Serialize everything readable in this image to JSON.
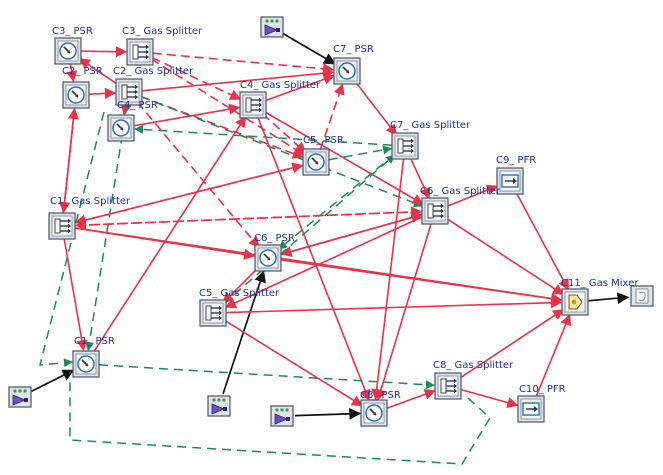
{
  "colors": {
    "red": "#e8334a",
    "green": "#1f8a55",
    "black": "#111111",
    "label": "#1f2f9e"
  },
  "nodes": [
    {
      "id": "c3_psr",
      "type": "psr",
      "label": "C3_ PSR"
    },
    {
      "id": "c3_split",
      "type": "splitter",
      "label": "C3_ Gas Splitter"
    },
    {
      "id": "c2_psr",
      "type": "psr",
      "label": "C2_ PSR"
    },
    {
      "id": "c2_split",
      "type": "splitter",
      "label": "C2_ Gas Splitter"
    },
    {
      "id": "c4_psr",
      "type": "psr",
      "label": "C4_ PSR"
    },
    {
      "id": "c4_split",
      "type": "splitter",
      "label": "C4_ Gas Splitter"
    },
    {
      "id": "c7_psr",
      "type": "psr",
      "label": "C7_ PSR"
    },
    {
      "id": "c7_split",
      "type": "splitter",
      "label": "C7_ Gas Splitter"
    },
    {
      "id": "c5_psr",
      "type": "psr",
      "label": "C5_ PSR"
    },
    {
      "id": "c9_pfr",
      "type": "pfr",
      "label": "C9_ PFR"
    },
    {
      "id": "c6_split",
      "type": "splitter",
      "label": "C6_ Gas Splitter"
    },
    {
      "id": "c1_split",
      "type": "splitter",
      "label": "C1_ Gas Splitter"
    },
    {
      "id": "c6_psr",
      "type": "psr",
      "label": "C6_ PSR"
    },
    {
      "id": "c5_split",
      "type": "splitter",
      "label": "C5_ Gas Splitter"
    },
    {
      "id": "c11_mix",
      "type": "mixer",
      "label": "C11_ Gas Mixer"
    },
    {
      "id": "outlet",
      "type": "outlet",
      "label": ""
    },
    {
      "id": "c1_psr",
      "type": "psr",
      "label": "C1_ PSR"
    },
    {
      "id": "c8_split",
      "type": "splitter",
      "label": "C8_ Gas Splitter"
    },
    {
      "id": "c10_pfr",
      "type": "pfr",
      "label": "C10_ PFR"
    },
    {
      "id": "c8_psr",
      "type": "psr",
      "label": "C8_ PSR"
    },
    {
      "id": "inlet_top",
      "type": "inlet",
      "label": ""
    },
    {
      "id": "inlet_left",
      "type": "inlet",
      "label": ""
    },
    {
      "id": "inlet_mid",
      "type": "inlet",
      "label": ""
    },
    {
      "id": "inlet_bottom",
      "type": "inlet",
      "label": ""
    }
  ],
  "edges": [
    {
      "from": "inlet_top",
      "to": "c7_psr",
      "style": "black"
    },
    {
      "from": "inlet_left",
      "to": "c1_psr",
      "style": "black"
    },
    {
      "from": "inlet_mid",
      "to": "c6_psr",
      "style": "black"
    },
    {
      "from": "inlet_bottom",
      "to": "c8_psr",
      "style": "black"
    },
    {
      "from": "c11_mix",
      "to": "outlet",
      "style": "black"
    },
    {
      "from": "c3_psr",
      "to": "c3_split",
      "style": "red"
    },
    {
      "from": "c3_split",
      "to": "c7_psr",
      "style": "red-dashed"
    },
    {
      "from": "c3_split",
      "to": "c4_split",
      "style": "red-dashed"
    },
    {
      "from": "c3_split",
      "to": "c5_psr",
      "style": "red-dashed"
    },
    {
      "from": "c2_psr",
      "to": "c2_split",
      "style": "red"
    },
    {
      "from": "c2_split",
      "to": "c3_psr",
      "style": "red"
    },
    {
      "from": "c2_split",
      "to": "c7_psr",
      "style": "red"
    },
    {
      "from": "c2_split",
      "to": "c4_psr",
      "style": "red"
    },
    {
      "from": "c2_split",
      "to": "c6_psr",
      "style": "red-dashed"
    },
    {
      "from": "c2_split",
      "to": "c5_psr",
      "style": "red-dashed"
    },
    {
      "from": "c2_split",
      "to": "c1_psr",
      "style": "green-dashed"
    },
    {
      "from": "c2_split",
      "to": "c6_split",
      "style": "green-dashed"
    },
    {
      "from": "c4_psr",
      "to": "c4_split",
      "style": "red"
    },
    {
      "from": "c4_split",
      "to": "c7_psr",
      "style": "red"
    },
    {
      "from": "c4_split",
      "to": "c5_psr",
      "style": "red-dashed"
    },
    {
      "from": "c4_split",
      "to": "c8_psr",
      "style": "red"
    },
    {
      "from": "c4_split",
      "to": "c6_split",
      "style": "red"
    },
    {
      "from": "c7_psr",
      "to": "c7_split",
      "style": "red"
    },
    {
      "from": "c7_split",
      "to": "c6_split",
      "style": "red"
    },
    {
      "from": "c7_split",
      "to": "c4_psr",
      "style": "green-dashed"
    },
    {
      "from": "c7_split",
      "to": "c8_psr",
      "style": "red"
    },
    {
      "from": "c7_split",
      "to": "c6_psr",
      "style": "green-dashed"
    },
    {
      "from": "c5_psr",
      "to": "c7_psr",
      "style": "red-dashed"
    },
    {
      "from": "c5_psr",
      "to": "c1_split",
      "style": "red-dashed"
    },
    {
      "from": "c5_psr",
      "to": "c7_split",
      "style": "green-dashed"
    },
    {
      "from": "c6_split",
      "to": "c9_pfr",
      "style": "red"
    },
    {
      "from": "c6_split",
      "to": "c6_psr",
      "style": "red"
    },
    {
      "from": "c6_split",
      "to": "c5_split",
      "style": "red"
    },
    {
      "from": "c6_split",
      "to": "c8_psr",
      "style": "red"
    },
    {
      "from": "c6_split",
      "to": "c11_mix",
      "style": "red"
    },
    {
      "from": "c6_split",
      "to": "c1_split",
      "style": "red-dashed"
    },
    {
      "from": "c9_pfr",
      "to": "c11_mix",
      "style": "red"
    },
    {
      "from": "c1_split",
      "to": "c2_psr",
      "style": "red"
    },
    {
      "from": "c1_split",
      "to": "c1_psr",
      "style": "red"
    },
    {
      "from": "c1_split",
      "to": "c6_psr",
      "style": "red"
    },
    {
      "from": "c1_split",
      "to": "c5_psr",
      "style": "red"
    },
    {
      "from": "c1_split",
      "to": "c11_mix",
      "style": "red"
    },
    {
      "from": "c1_split",
      "to": "c6_split",
      "style": "red-dashed"
    },
    {
      "from": "c6_psr",
      "to": "c6_split",
      "style": "red"
    },
    {
      "from": "c6_psr",
      "to": "c11_mix",
      "style": "red"
    },
    {
      "from": "c6_psr",
      "to": "c5_split",
      "style": "red"
    },
    {
      "from": "c5_split",
      "to": "c11_mix",
      "style": "red"
    },
    {
      "from": "c5_split",
      "to": "c8_psr",
      "style": "red"
    },
    {
      "from": "c5_split",
      "to": "c7_split",
      "style": "green-dashed"
    },
    {
      "from": "c1_psr",
      "to": "c8_split",
      "style": "green-dashed"
    },
    {
      "from": "c1_psr",
      "to": "c4_split",
      "style": "red"
    },
    {
      "from": "c8_psr",
      "to": "c8_split",
      "style": "red"
    },
    {
      "from": "c8_split",
      "to": "c10_pfr",
      "style": "red"
    },
    {
      "from": "c8_split",
      "to": "c11_mix",
      "style": "red"
    },
    {
      "from": "c10_pfr",
      "to": "c11_mix",
      "style": "red"
    },
    {
      "from": "c2_psr",
      "to": "c1_split",
      "style": "red"
    },
    {
      "from": "c3_psr",
      "to": "c2_psr",
      "style": "red"
    }
  ]
}
